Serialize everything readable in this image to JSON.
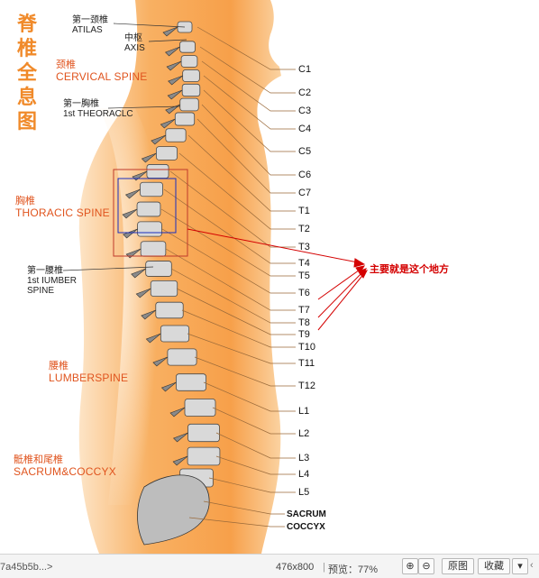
{
  "title_chars": [
    "脊",
    "椎",
    "全",
    "息",
    "图"
  ],
  "segments": {
    "atlas": {
      "cn": "第一颈椎",
      "en": "ATILAS"
    },
    "axis": {
      "cn": "中枢",
      "en": "AXIS"
    },
    "cervical": {
      "cn": "颈椎",
      "en": "CERVICAL SPINE"
    },
    "first_thoracic": {
      "cn": "第一胸椎",
      "en": "1st THEORACLC"
    },
    "thoracic": {
      "cn": "胸椎",
      "en": "THORACIC SPINE"
    },
    "first_lumbar": {
      "cn": "第一腰椎",
      "en1": "1st IUMBER",
      "en2": "SPINE"
    },
    "lumbar": {
      "cn": "腰椎",
      "en": "LUMBERSPINE"
    },
    "sacrum_coccyx": {
      "cn": "骶椎和尾椎",
      "en": "SACRUM&COCCYX"
    }
  },
  "vertebra_labels": [
    "C1",
    "C2",
    "C3",
    "C4",
    "C5",
    "C6",
    "C7",
    "T1",
    "T2",
    "T3",
    "T4",
    "T5",
    "T6",
    "T7",
    "T8",
    "T9",
    "T10",
    "T11",
    "T12",
    "L1",
    "L2",
    "L3",
    "L4",
    "L5"
  ],
  "bottom_labels": [
    "SACRUM",
    "COCCYX"
  ],
  "annotation": "主要就是这个地方",
  "colors": {
    "accent": "#e0541e",
    "title": "#f08a2a",
    "annotation": "#d40000",
    "body": "#f7a04a"
  },
  "statusbar": {
    "url": "7a45b5b...>",
    "dimensions": "476x800",
    "preview": "预览：77%",
    "zoom_in_icon": "zoom-in-icon",
    "zoom_out_icon": "zoom-out-icon",
    "original_button": "原图",
    "favorite_button": "收藏",
    "cut_label": "‹"
  }
}
